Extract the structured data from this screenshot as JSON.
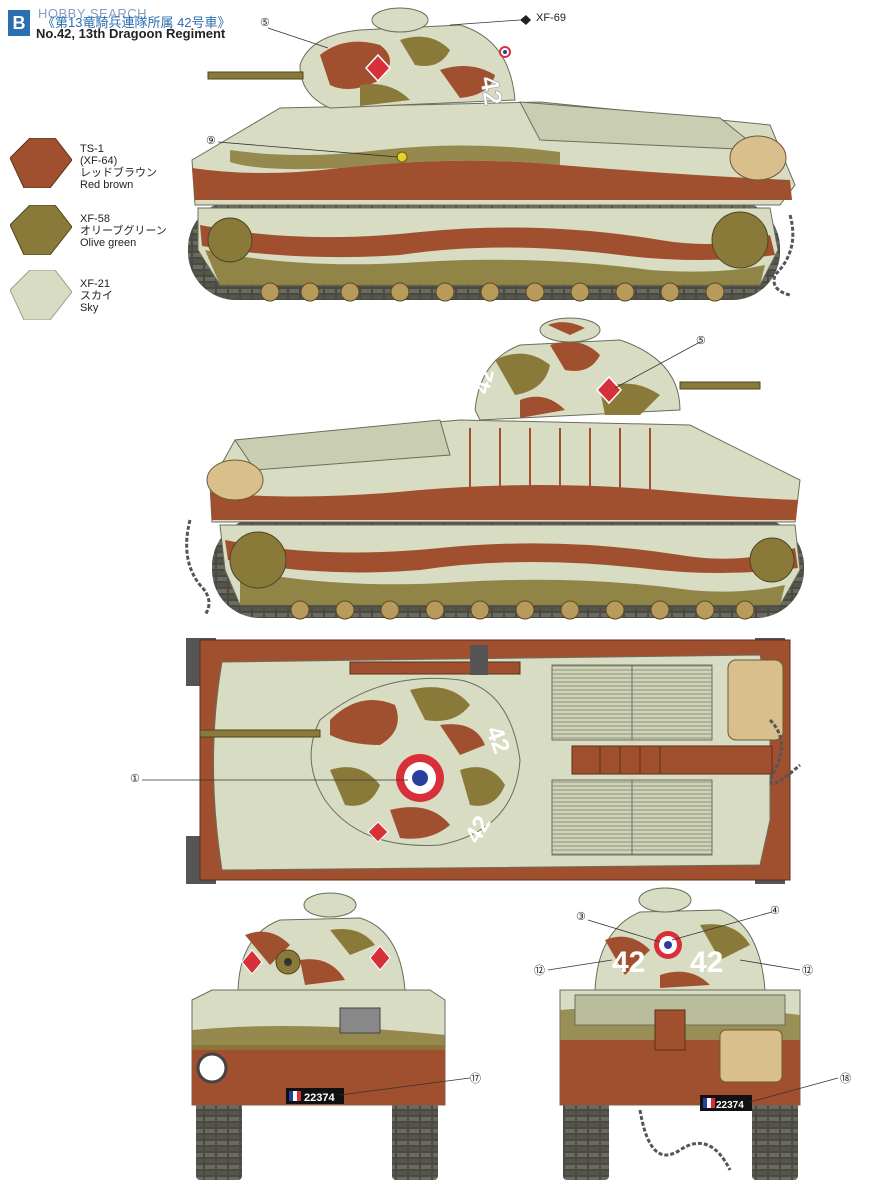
{
  "header": {
    "badge": "B",
    "watermark": "HOBBY SEARCH",
    "title_jp": "《第13竜騎兵連隊所属 42号車》",
    "title_en": "No.42, 13th Dragoon Regiment"
  },
  "paints": [
    {
      "code": "TS-1",
      "sub": "(XF-64)",
      "jp": "レッドブラウン",
      "en": "Red brown",
      "color": "#a0502e"
    },
    {
      "code": "XF-58",
      "sub": "",
      "jp": "オリーブグリーン",
      "en": "Olive green",
      "color": "#8a7a3a"
    },
    {
      "code": "XF-21",
      "sub": "",
      "jp": "スカイ",
      "en": "Sky",
      "color": "#d7dcc2"
    }
  ],
  "paint_callout": "XF-69",
  "callouts": {
    "c5a": "⑤",
    "c9": "⑨",
    "c5b": "⑤",
    "c1": "①",
    "c3": "③",
    "c4": "④",
    "c12a": "⑫",
    "c12b": "⑫",
    "c17": "⑰",
    "c18": "⑱"
  },
  "markings": {
    "turret_number": "42",
    "plate_front": "22374",
    "plate_rear": "22374"
  }
}
